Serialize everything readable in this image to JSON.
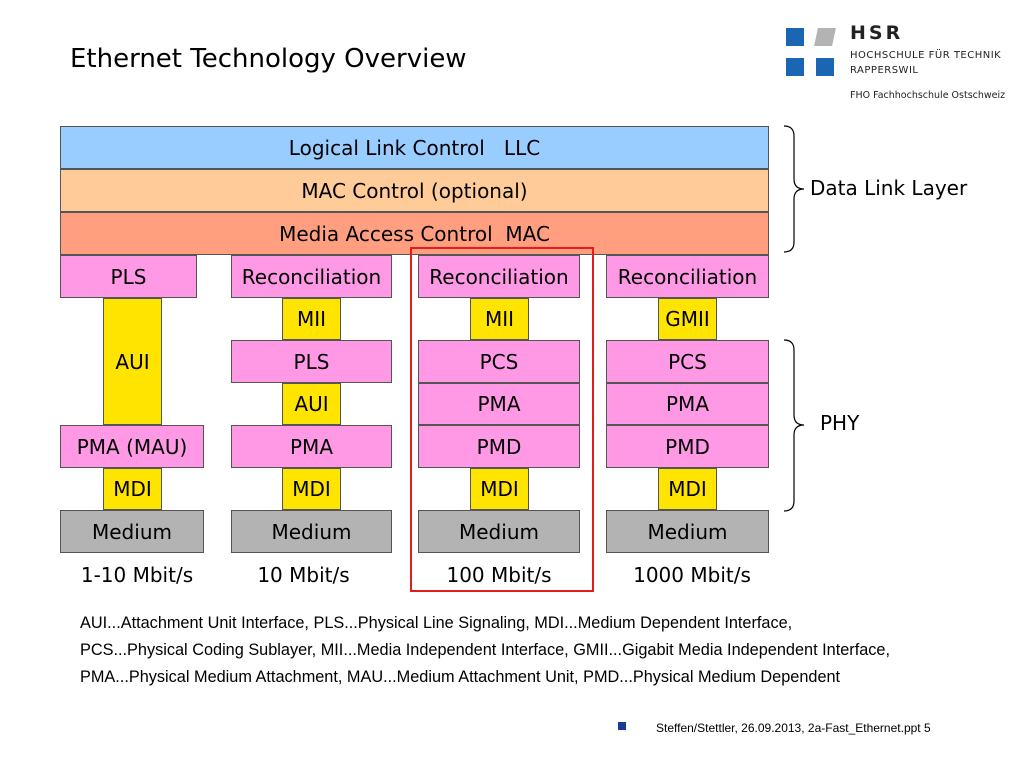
{
  "title": "Ethernet Technology Overview",
  "logo": {
    "name": "HSR",
    "line1": "HOCHSCHULE FÜR TECHNIK",
    "line2": "RAPPERSWIL",
    "line3": "FHO Fachhochschule Ostschweiz",
    "colors": {
      "blue": "#1a66b3",
      "gray": "#b3b3b3"
    }
  },
  "layers": {
    "llc": "Logical Link Control   LLC",
    "mac_control": "MAC Control (optional)",
    "mac": "Media Access Control  MAC"
  },
  "columns": [
    {
      "pls": "PLS",
      "aui": "AUI",
      "pma": "PMA (MAU)",
      "mdi": "MDI",
      "medium": "Medium",
      "speed": "1-10 Mbit/s"
    },
    {
      "reconciliation": "Reconciliation",
      "mii": "MII",
      "pls": "PLS",
      "aui": "AUI",
      "pma": "PMA",
      "mdi": "MDI",
      "medium": "Medium",
      "speed": "10 Mbit/s"
    },
    {
      "reconciliation": "Reconciliation",
      "mii": "MII",
      "pcs": "PCS",
      "pma": "PMA",
      "pmd": "PMD",
      "mdi": "MDI",
      "medium": "Medium",
      "speed": "100 Mbit/s"
    },
    {
      "reconciliation": "Reconciliation",
      "gmii": "GMII",
      "pcs": "PCS",
      "pma": "PMA",
      "pmd": "PMD",
      "mdi": "MDI",
      "medium": "Medium",
      "speed": "1000 Mbit/s"
    }
  ],
  "braces": {
    "data_link": "Data Link Layer",
    "phy": "PHY"
  },
  "footnote": [
    "AUI...Attachment Unit Interface, PLS...Physical Line Signaling, MDI...Medium Dependent Interface,",
    "PCS...Physical Coding Sublayer, MII...Media Independent Interface, GMII...Gigabit Media Independent Interface,",
    "PMA...Physical Medium Attachment, MAU...Medium Attachment Unit, PMD...Physical Medium Dependent"
  ],
  "footer": "Steffen/Stettler, 26.09.2013, 2a-Fast_Ethernet.ppt 5",
  "colors": {
    "llc": "#99ccff",
    "mac_control": "#ffcc99",
    "mac": "#ff9f80",
    "sublayer": "#ff99e6",
    "interface": "#ffe400",
    "medium": "#b3b3b3",
    "highlight": "#e31c1c"
  }
}
